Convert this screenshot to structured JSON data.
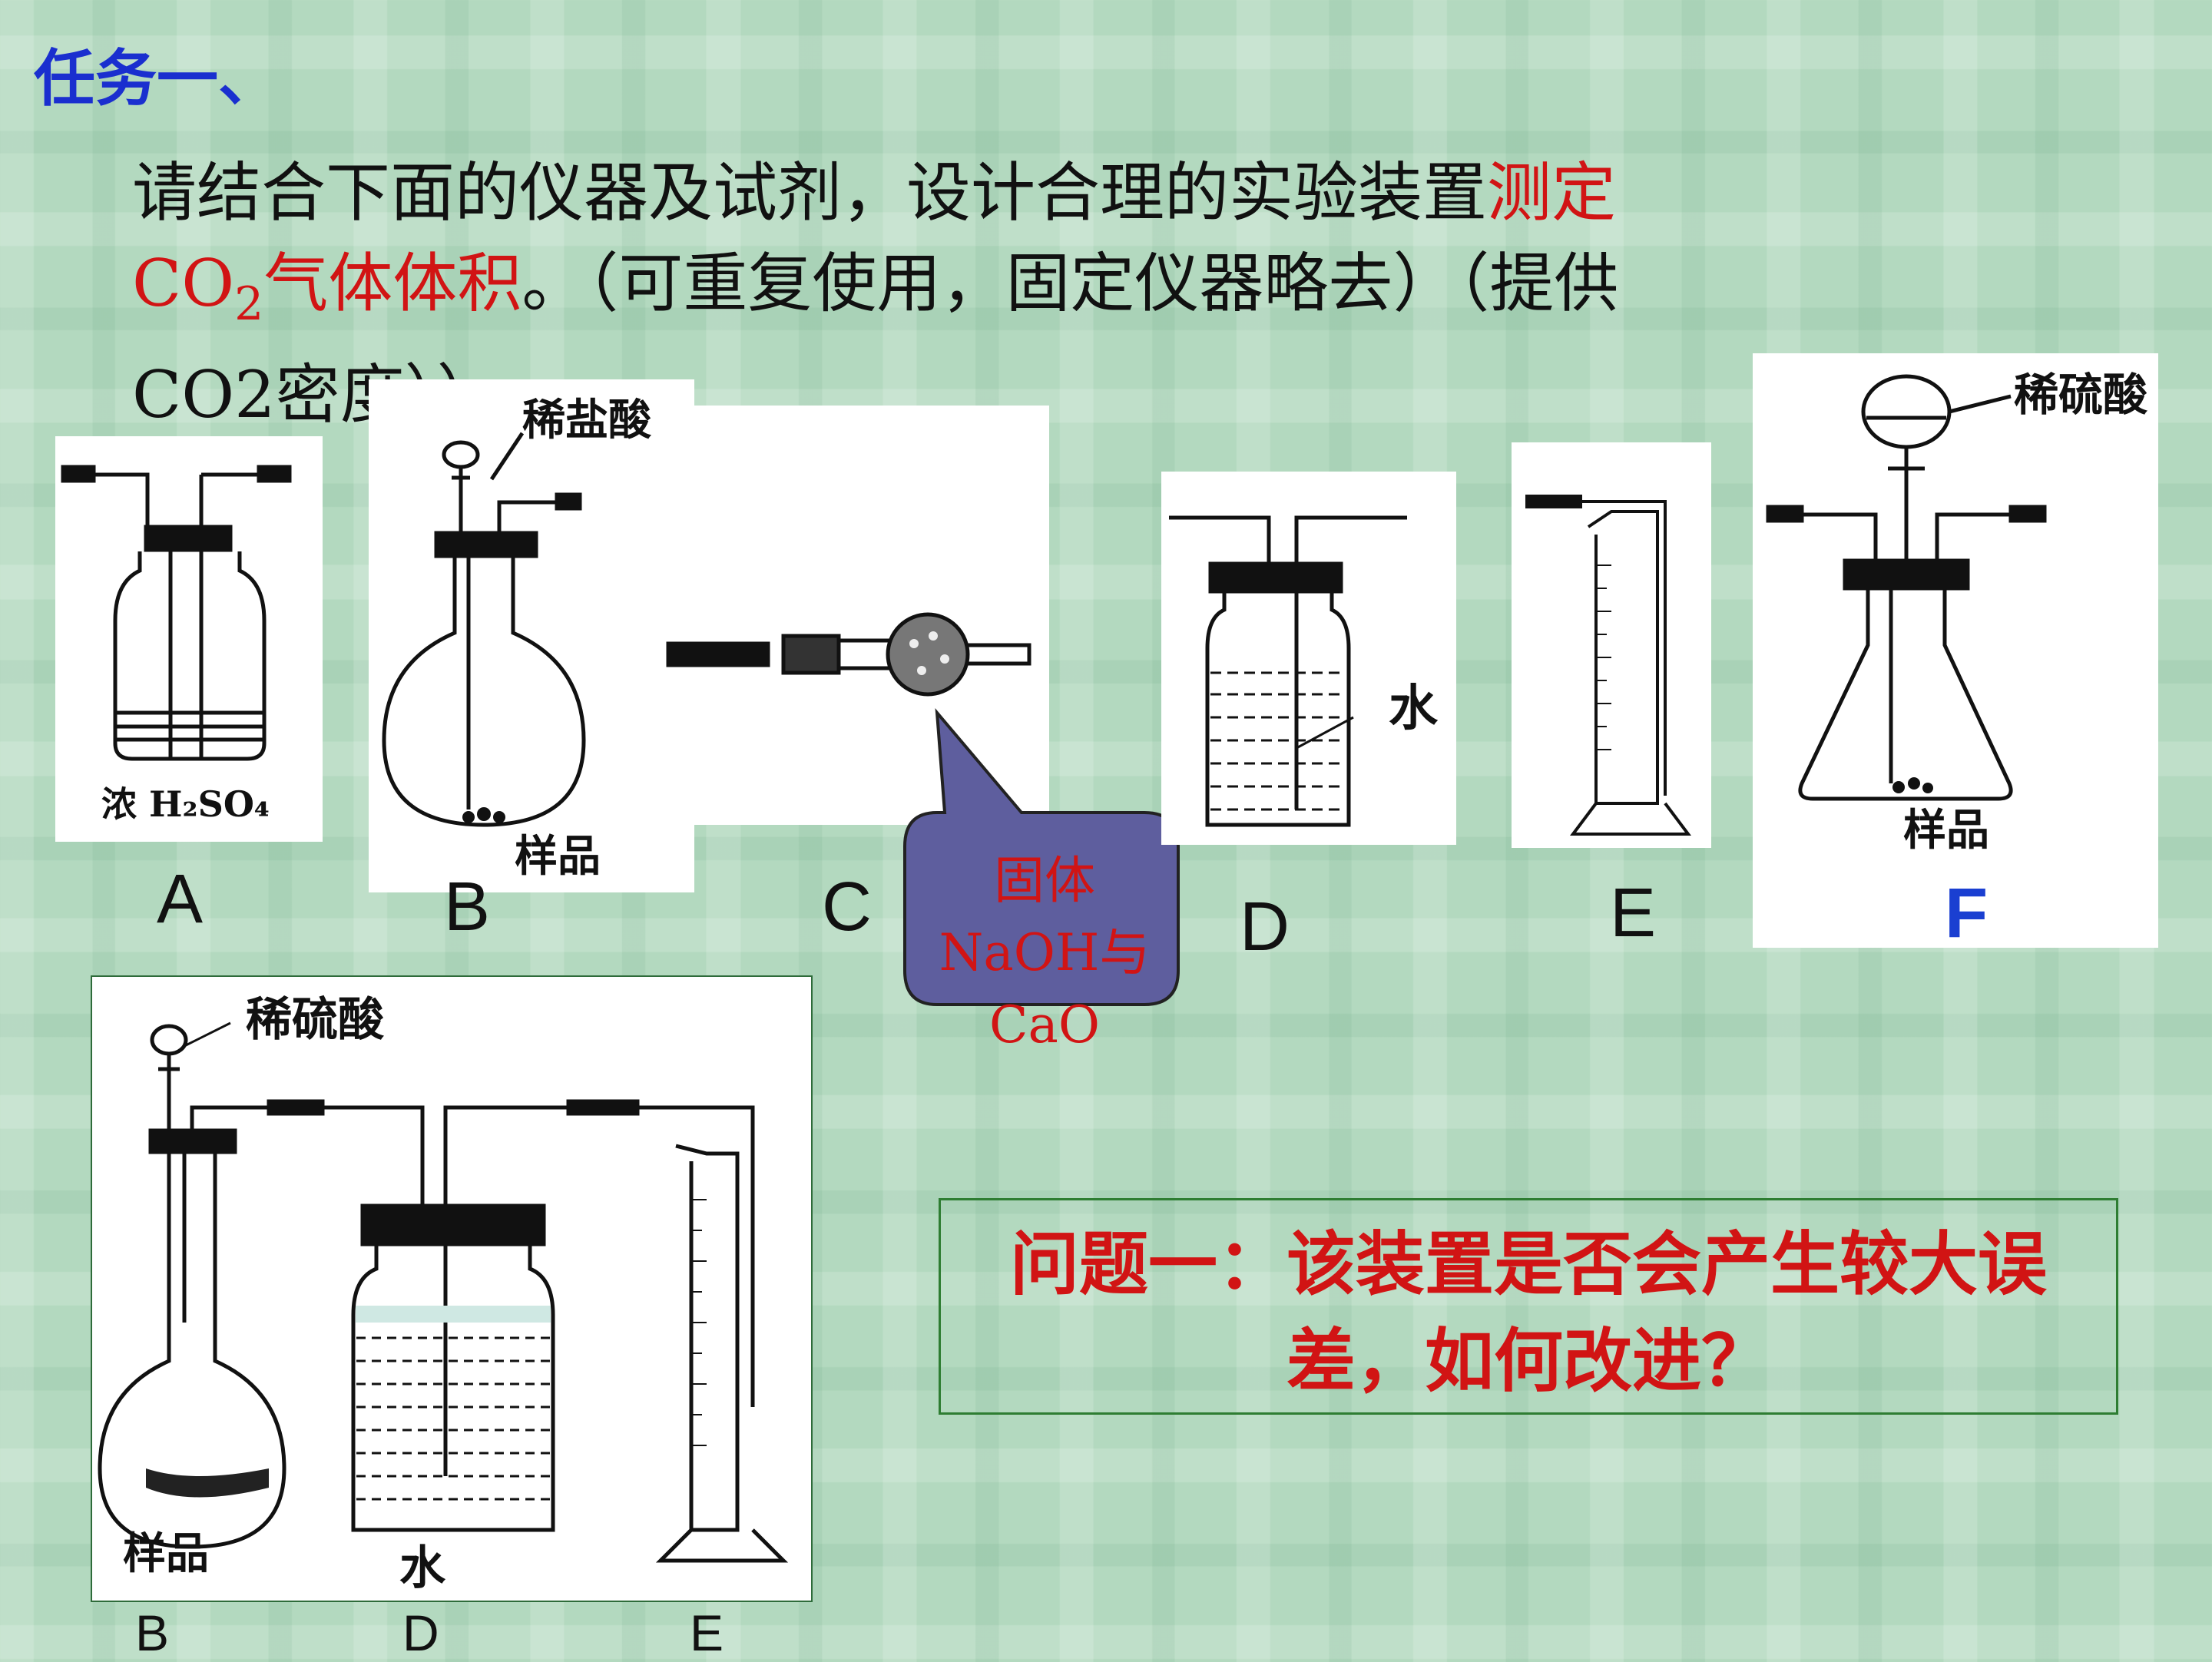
{
  "title": "任务一、",
  "intro": {
    "part1": "请结合下面的仪器及试剂，设计合理的实验装置",
    "part2_red": "测定",
    "line2_red_a": "CO",
    "line2_red_sub": "2",
    "line2_red_b": "气体体积",
    "line2_rest": "。（可重复使用，固定仪器略去）（提供",
    "line3": "CO2密度））"
  },
  "apparatus": {
    "A": {
      "letter": "A",
      "label": "浓 H₂SO₄"
    },
    "B": {
      "letter": "B",
      "acid": "稀盐酸",
      "sample": "样品"
    },
    "C": {
      "letter": "C"
    },
    "D": {
      "letter": "D",
      "water": "水"
    },
    "E": {
      "letter": "E"
    },
    "F": {
      "letter": "F",
      "acid": "稀硫酸",
      "sample": "样品"
    }
  },
  "callout": {
    "line1": "固体",
    "line2": "NaOH与",
    "line3": "CaO"
  },
  "assembly": {
    "acid": "稀硫酸",
    "sample": "样品",
    "water": "水",
    "letters": [
      "B",
      "D",
      "E"
    ]
  },
  "question": {
    "line1": "问题一：该装置是否会产生较大误",
    "line2": "差，如何改进？"
  },
  "colors": {
    "accent_red": "#d11414",
    "title_blue": "#1a2fcf",
    "letter_F_blue": "#1a3fd1",
    "callout_fill": "#5e5e9e",
    "box_border": "#2e7d32"
  }
}
